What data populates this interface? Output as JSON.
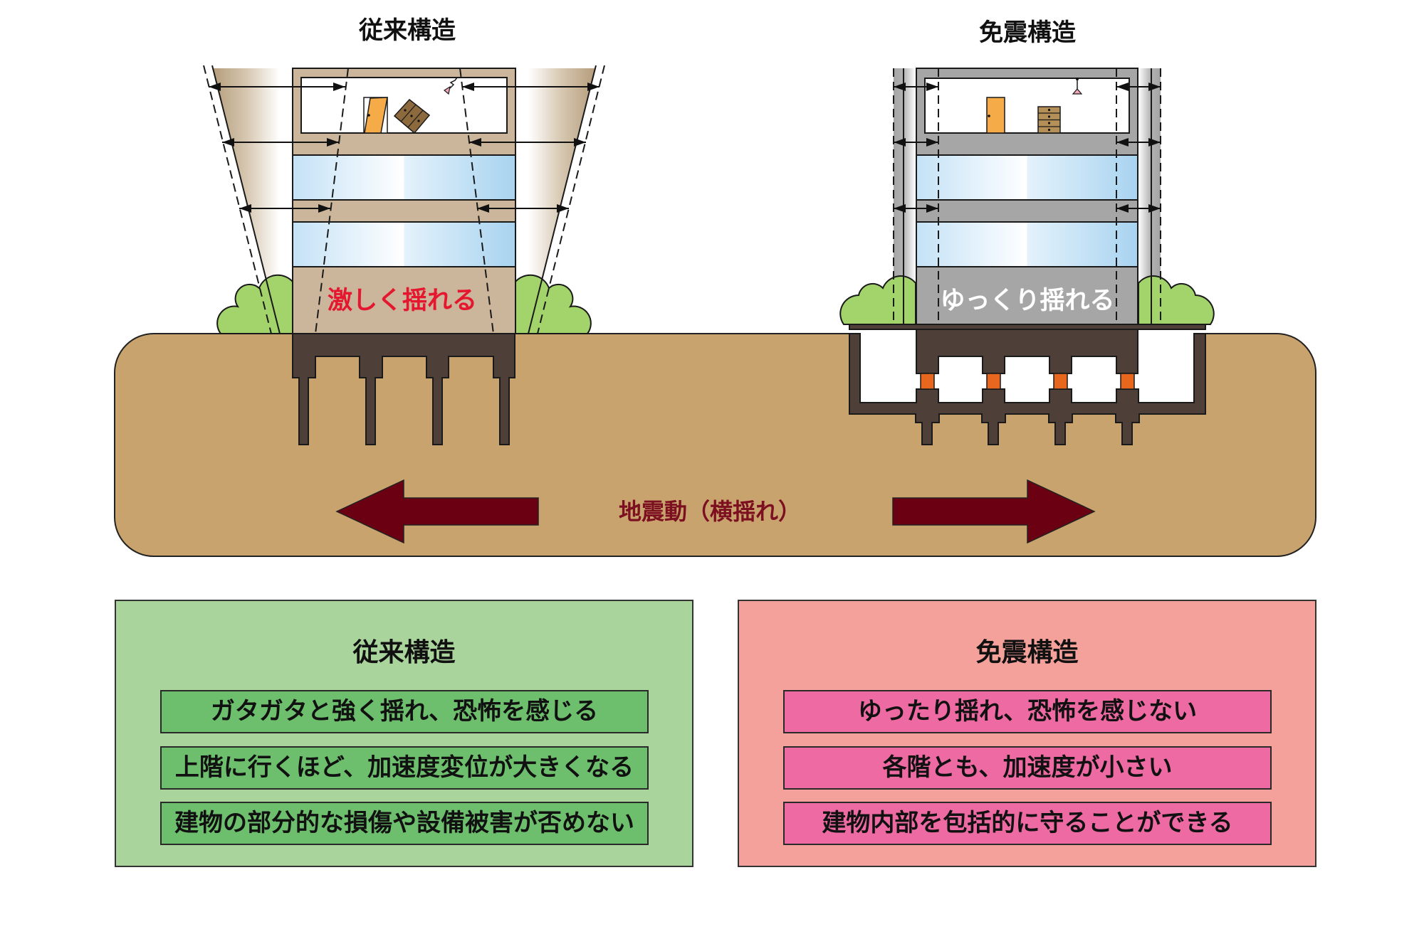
{
  "headers": {
    "conventional": "従来構造",
    "isolated": "免震構造"
  },
  "diagram": {
    "conventional_motion_label": "激しく揺れる",
    "isolated_motion_label": "ゆっくり揺れる",
    "ground_motion_label": "地震動（横揺れ）"
  },
  "comparison": {
    "conventional": {
      "title": "従来構造",
      "items": [
        "ガタガタと強く揺れ、恐怖を感じる",
        "上階に行くほど、加速度変位が大きくなる",
        "建物の部分的な損傷や設備被害が否めない"
      ]
    },
    "isolated": {
      "title": "免震構造",
      "items": [
        "ゆったり揺れ、恐怖を感じない",
        "各階とも、加速度が小さい",
        "建物内部を包括的に守ることができる"
      ]
    }
  },
  "colors": {
    "ground": "#c9a36e",
    "foundation": "#4e4039",
    "shake-arrow": "#6b0013",
    "conventional-building": "#cbb59b",
    "isolated-building": "#a6a6a6",
    "bush": "#a3d36b",
    "isolator": "#e8671e",
    "door": "#f5ab48",
    "violent-label": "#e5172f",
    "gentle-label": "#ffffff",
    "ground-label": "#7d1020",
    "conventional-panel": "#a9d59d",
    "conventional-item": "#6dbf6d",
    "isolated-panel": "#f4a19b",
    "isolated-item": "#ee6aa2"
  }
}
